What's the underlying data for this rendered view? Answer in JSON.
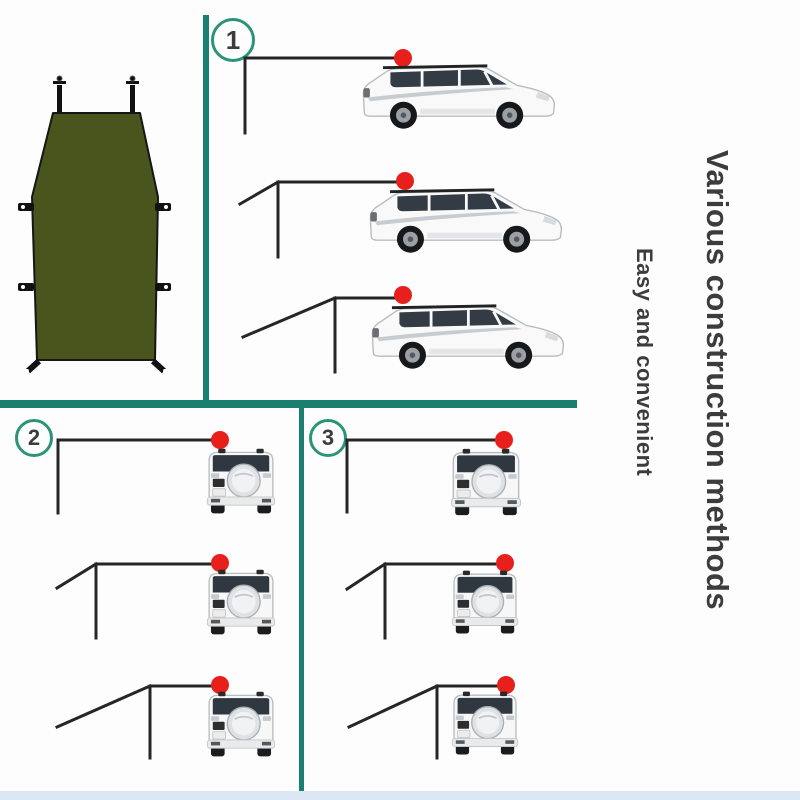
{
  "colors": {
    "divider": "#1a7f6e",
    "ring": "#2b9478",
    "red": "#e8201c",
    "tarp": "#4a551d",
    "text": "#3c3c3c",
    "strip": "#dbe7f2",
    "line": "#262626"
  },
  "right_panel": {
    "title": "Various construction methods",
    "subtitle": "Easy and convenient"
  },
  "sections": [
    {
      "number": "1"
    },
    {
      "number": "2"
    },
    {
      "number": "3"
    }
  ],
  "icons": {
    "tarp": "awning-tarp-top-view",
    "car_side": "suv-side-view",
    "car_rear": "suv-rear-view",
    "dot": "red-attachment-point"
  }
}
